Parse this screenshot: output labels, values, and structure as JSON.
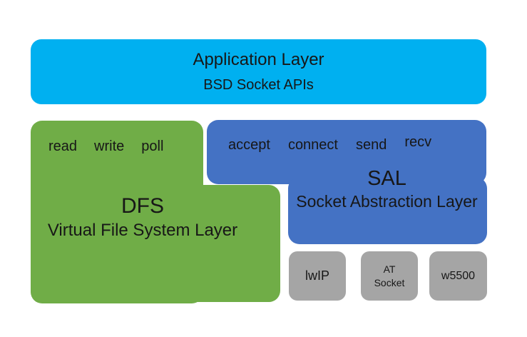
{
  "colors": {
    "application": "#00b0f0",
    "dfs": "#70ad47",
    "sal": "#4472c4",
    "backend": "#a5a5a5",
    "text": "#171717",
    "background": "#ffffff"
  },
  "layers": {
    "application": {
      "title": "Application Layer",
      "subtitle": "BSD Socket APIs"
    },
    "dfs": {
      "title": "DFS",
      "subtitle": "Virtual File System Layer",
      "apis": [
        "read",
        "write",
        "poll"
      ]
    },
    "sal": {
      "title": "SAL",
      "subtitle": "Socket Abstraction Layer",
      "apis": [
        "accept",
        "connect",
        "send",
        "recv"
      ]
    },
    "backends": {
      "items": [
        {
          "lines": [
            "lwIP"
          ]
        },
        {
          "lines": [
            "AT",
            "Socket"
          ]
        },
        {
          "lines": [
            "w5500"
          ]
        }
      ]
    }
  }
}
